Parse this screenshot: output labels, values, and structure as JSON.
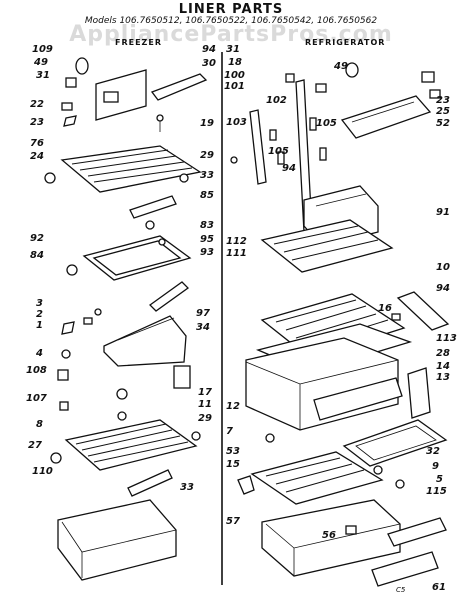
{
  "header": {
    "title": "LINER PARTS",
    "models": "Models 106.7650512, 106.7650522, 106.7650542, 106.7650562",
    "col_left": "FREEZER",
    "col_right": "REFRIGERATOR",
    "watermark": "AppliancePartsPros.com",
    "page_mark": "C5"
  },
  "left_labels": [
    "109",
    "49",
    "31",
    "94",
    "30",
    "22",
    "23",
    "19",
    "76",
    "24",
    "29",
    "33",
    "85",
    "92",
    "83",
    "84",
    "95",
    "93",
    "3",
    "2",
    "1",
    "97",
    "34",
    "4",
    "108",
    "107",
    "17",
    "11",
    "8",
    "29",
    "27",
    "110",
    "33"
  ],
  "right_labels": [
    "31",
    "18",
    "100",
    "101",
    "49",
    "23",
    "25",
    "52",
    "102",
    "103",
    "105",
    "105",
    "94",
    "91",
    "112",
    "111",
    "10",
    "94",
    "16",
    "113",
    "28",
    "14",
    "13",
    "12",
    "7",
    "53",
    "32",
    "15",
    "9",
    "5",
    "115",
    "57",
    "56",
    "61"
  ]
}
